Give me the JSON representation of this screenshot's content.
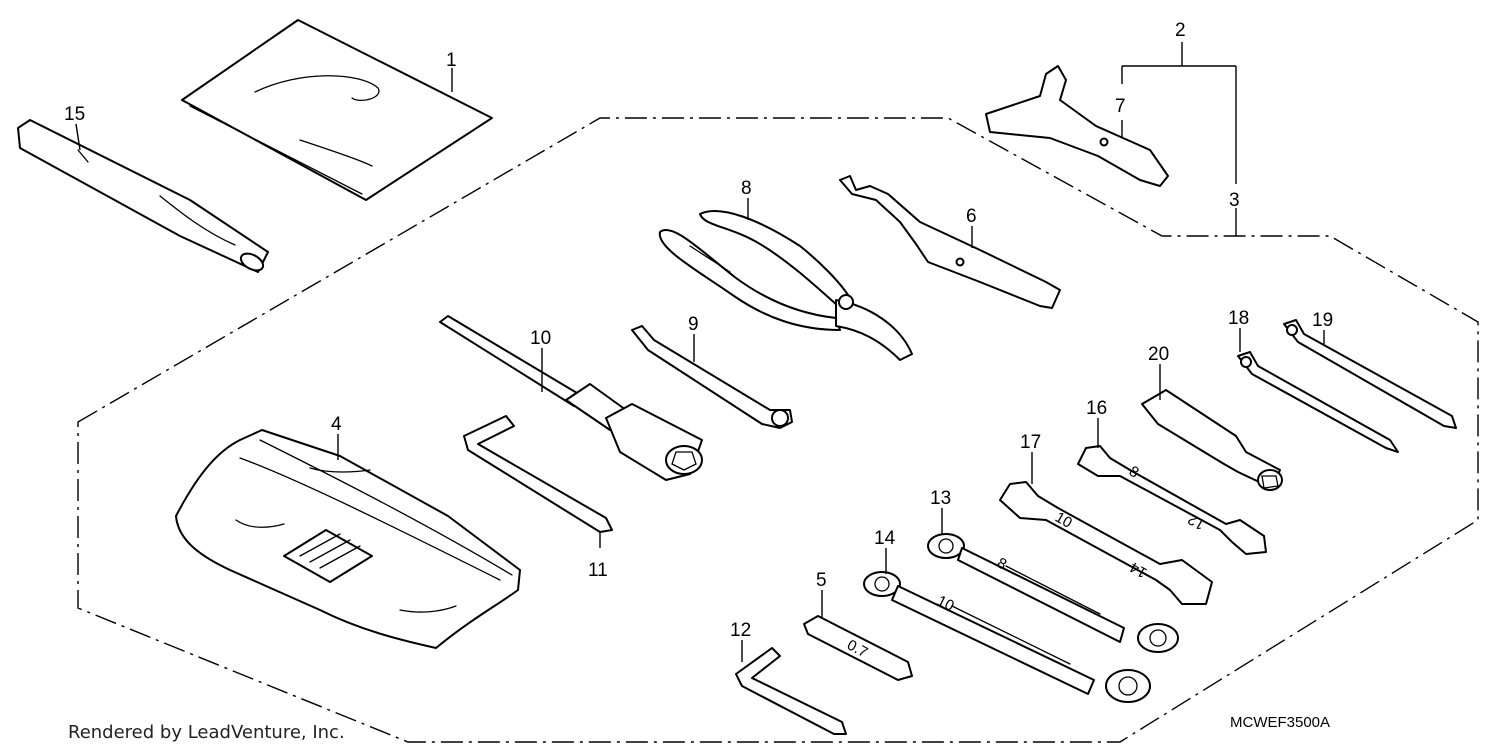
{
  "callouts": {
    "c1": "1",
    "c2": "2",
    "c3": "3",
    "c4": "4",
    "c5": "5",
    "c6": "6",
    "c7": "7",
    "c8": "8",
    "c9": "9",
    "c10": "10",
    "c11": "11",
    "c12": "12",
    "c13": "13",
    "c14": "14",
    "c15": "15",
    "c16": "16",
    "c17": "17",
    "c18": "18",
    "c19": "19",
    "c20": "20"
  },
  "footer": {
    "credit": "Rendered by LeadVenture, Inc.",
    "diagram_code": "MCWEF3500A"
  },
  "tool_marks": {
    "feeler_gauge": "0.7",
    "wrench_17_a": "10",
    "wrench_17_b": "14",
    "wrench_16_a": "8",
    "wrench_16_b": "12",
    "wrench_13": "8",
    "wrench_14": "10"
  },
  "colors": {
    "line": "#000000",
    "background": "#ffffff"
  }
}
